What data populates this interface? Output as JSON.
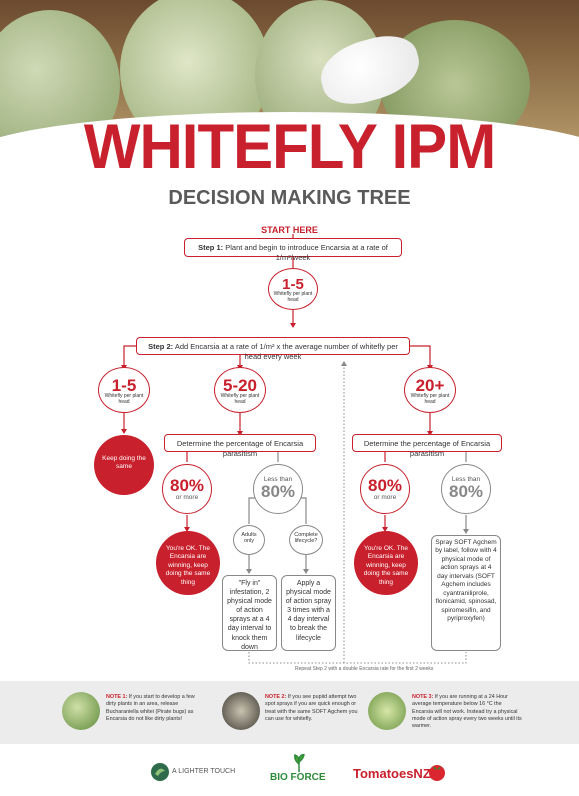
{
  "header": {
    "title": "WHITEFLY IPM",
    "subtitle": "DECISION MAKING TREE",
    "start_label": "START HERE"
  },
  "step1": {
    "prefix": "Step 1:",
    "text": "Plant and begin to introduce Encarsia at a rate of 1/m²/week"
  },
  "step2": {
    "prefix": "Step 2:",
    "text": "Add Encarsia at a rate of 1/m² x the average number of whitefly per head every week"
  },
  "circles": {
    "top": {
      "value": "1-5",
      "label": "Whitefly per plant head"
    },
    "left": {
      "value": "1-5",
      "label": "Whitefly per plant head"
    },
    "mid": {
      "value": "5-20",
      "label": "Whitefly per plant head"
    },
    "right": {
      "value": "20+",
      "label": "Whitefly per plant head"
    }
  },
  "keep_doing": "Keep doing the same",
  "determine_left": "Determine the percentage of Encarsia parasitism",
  "determine_right": "Determine the percentage of Encarsia parasitism",
  "pct80_left": {
    "value": "80%",
    "label": "or more"
  },
  "less80_left": {
    "label": "Less than",
    "value": "80%"
  },
  "pct80_right": {
    "value": "80%",
    "label": "or more"
  },
  "less80_right": {
    "label": "Less than",
    "value": "80%"
  },
  "adults_only": "Adults only",
  "complete_lifecycle": "Complete lifecycle?",
  "youre_ok_left": "You're OK. The Encarsia are winning, keep doing the same thing",
  "youre_ok_right": "You're OK. The Encarsia are winning, keep doing the same thing",
  "fly_in": "\"Fly in\" infestation, 2 physical mode of action sprays at a 4 day interval to knock them down",
  "apply_physical": "Apply a physical mode of action spray 3 times with a 4 day interval to break the lifecycle",
  "spray_soft": "Spray SOFT Agchem by label, follow with 4 physical mode of action sprays at 4 day intervals (SOFT Agchem includes cyantraniliprole, flonicamid, spinosad, spiromesifin, and pyriproxyfen)",
  "repeat_note": "Repeat Step 2 with a double Encarsia rate for the first 2 weeks",
  "notes": [
    {
      "title": "NOTE 1:",
      "text": "If you start to develop a few dirty plants in an area, release Bucharaniella whitei (Pirate bugs) as Encarsia do not like dirty plants!"
    },
    {
      "title": "NOTE 2:",
      "text": "If you see pupiid attempt two spot sprays if you are quick enough or treat with the same SOFT Agchem you can use for whitefly."
    },
    {
      "title": "NOTE 3:",
      "text": "If you are running at a 24 Hour average temperature below 16 °C the Encarsia will not work. Instead try a physical mode of action spray every two weeks until its warmer."
    }
  ],
  "logos": {
    "a_lighter_touch": "A LIGHTER TOUCH",
    "bioforce": "BIO FORCE",
    "tomatoesnz": "TomatoesNZ"
  },
  "colors": {
    "accent": "#c8202c",
    "gray": "#888888",
    "note_bg": "#ececec"
  }
}
